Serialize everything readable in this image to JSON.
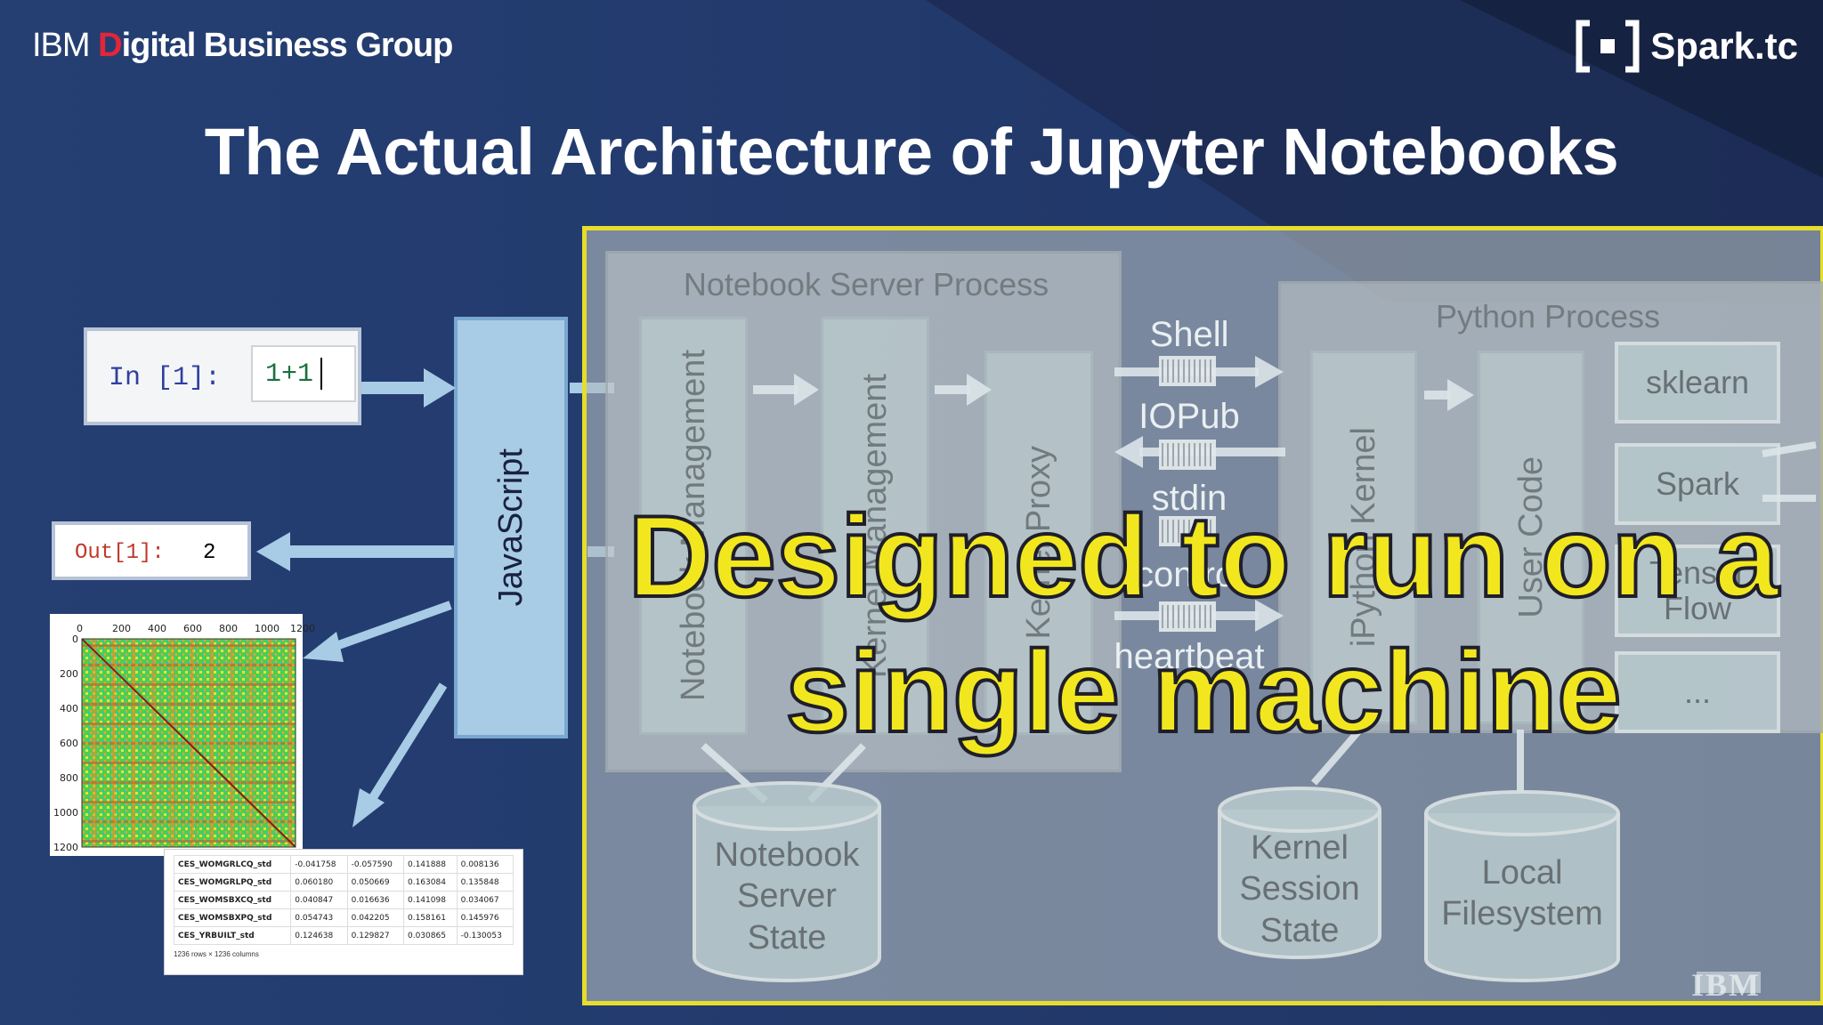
{
  "header": {
    "brand_ibm": "IBM",
    "brand_d": "D",
    "brand_rest": "igital Business Group",
    "spark_logo": "Spark.tc",
    "title": "The Actual Architecture of Jupyter Notebooks"
  },
  "cells": {
    "in_prompt": "In [1]:",
    "in_code": "1+1",
    "out_prompt": "Out[1]:",
    "out_value": "2"
  },
  "javascript": "JavaScript",
  "heatmap": {
    "x_ticks": [
      "0",
      "200",
      "400",
      "600",
      "800",
      "1000",
      "1200"
    ],
    "y_ticks": [
      "0",
      "200",
      "400",
      "600",
      "800",
      "1000",
      "1200"
    ]
  },
  "table": {
    "rows": [
      [
        "CES_WOMGRLCQ_std",
        "-0.041758",
        "-0.057590",
        "0.141888",
        "0.008136"
      ],
      [
        "CES_WOMGRLPQ_std",
        "0.060180",
        "0.050669",
        "0.163084",
        "0.135848"
      ],
      [
        "CES_WOMSBXCQ_std",
        "0.040847",
        "0.016636",
        "0.141098",
        "0.034067"
      ],
      [
        "CES_WOMSBXPQ_std",
        "0.054743",
        "0.042205",
        "0.158161",
        "0.145976"
      ],
      [
        "CES_YRBUILT_std",
        "0.124638",
        "0.129827",
        "0.030865",
        "-0.130053"
      ]
    ],
    "footer": "1236 rows × 1236 columns"
  },
  "server": {
    "title": "Notebook Server Process",
    "cols": [
      "Notebook Management",
      "Kernel Management",
      "Kernel Proxy"
    ]
  },
  "channels": [
    "Shell",
    "IOPub",
    "stdin",
    "control",
    "heartbeat"
  ],
  "python": {
    "title": "Python Process",
    "cols": [
      "iPython Kernel",
      "User Code"
    ],
    "libs": [
      "sklearn",
      "Spark",
      "TensorFlow",
      "..."
    ],
    "lib3_line1": "Tensor",
    "lib3_line2": "Flow"
  },
  "stores": {
    "nb_state": [
      "Notebook",
      "Server",
      "State"
    ],
    "kernel_state": [
      "Kernel",
      "Session",
      "State"
    ],
    "local_fs": [
      "Local",
      "Filesystem"
    ]
  },
  "overlay": {
    "line1": "Designed to run on a",
    "line2": "single machine"
  },
  "footer_logo": "IBM",
  "colors": {
    "background": "#233a6b",
    "accent_yellow": "#f2e71f",
    "brand_red": "#e3263a",
    "arrow_blue": "#a8cbe6"
  }
}
